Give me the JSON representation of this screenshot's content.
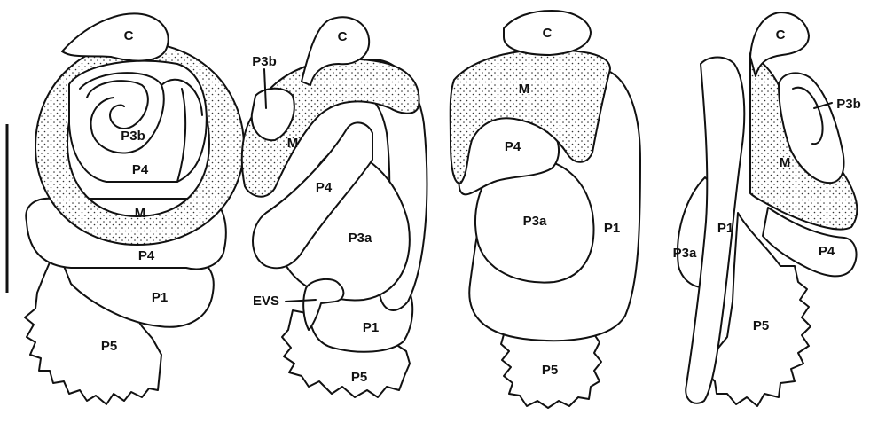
{
  "figure": {
    "views": [
      {
        "labels": {
          "c": "C",
          "p3b": "P3b",
          "p4_inner": "P4",
          "m": "M",
          "p4": "P4",
          "p1": "P1",
          "p5": "P5"
        }
      },
      {
        "labels": {
          "c": "C",
          "p3b": "P3b",
          "m": "M",
          "p4": "P4",
          "p3a": "P3a",
          "evs": "EVS",
          "p1": "P1",
          "p5": "P5"
        }
      },
      {
        "labels": {
          "c": "C",
          "m": "M",
          "p4": "P4",
          "p3a": "P3a",
          "p1": "P1",
          "p5": "P5"
        }
      },
      {
        "labels": {
          "c": "C",
          "p3b": "P3b",
          "m": "M",
          "p1": "P1",
          "p3a": "P3a",
          "p4": "P4",
          "p5": "P5"
        }
      }
    ],
    "colors": {
      "line": "#111111",
      "background": "#ffffff",
      "stipple": "#333333"
    }
  }
}
